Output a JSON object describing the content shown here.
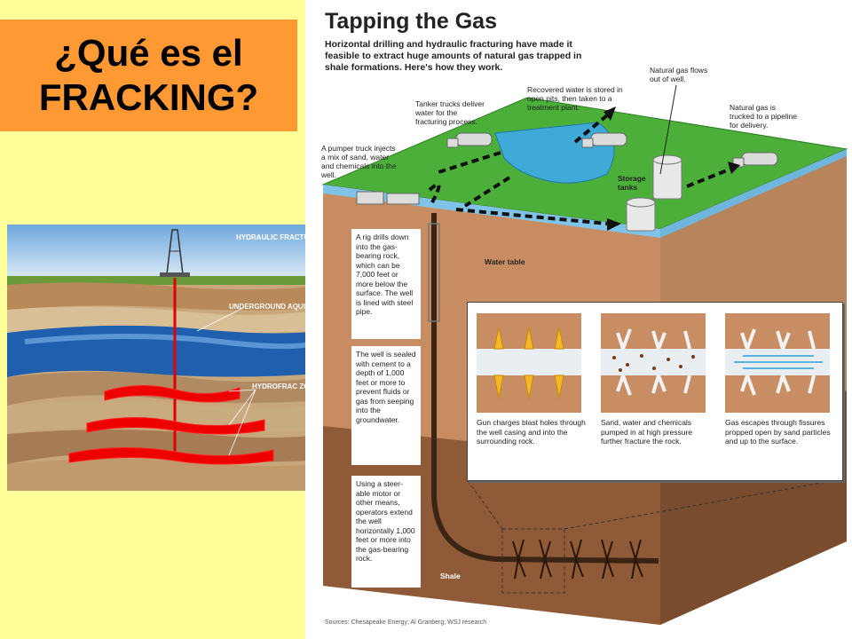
{
  "slide": {
    "title_line1": "¿Qué es el",
    "title_line2": "FRACKING?"
  },
  "left_diagram": {
    "labels": {
      "hydraulic": "HYDRAULIC FRACTURING",
      "aquifer": "UNDERGROUND AQUIFER",
      "zones": "HYDROFRAC ZONES"
    }
  },
  "right_diagram": {
    "heading": "Tapping the Gas",
    "subheading": "Horizontal drilling and hydraulic fracturing have made it feasible to extract huge amounts of natural gas trapped in shale formations. Here's how they work.",
    "labels": {
      "tanker": "Tanker trucks deliver water for the fracturing process.",
      "recovered": "Recovered water is stored in open pits, then taken to a treatment plant.",
      "gas_flows": "Natural gas flows out of well.",
      "trucked": "Natural gas is trucked to a pipeline for delivery.",
      "pumper": "A pumper truck injects a mix of sand, water and chemicals into the well.",
      "storage": "Storage tanks",
      "water_table": "Water table",
      "rig": "A rig drills down into the gas-bearing rock, which can be 7,000 feet or more below the surface. The well is lined with steel pipe.",
      "sealed": "The well is sealed with cement to a depth of 1,000 feet or more to prevent fluids or gas from seeping into the groundwater.",
      "steer": "Using a steer-able motor or other means, operators extend the well horizontally 1,000 feet or more into the gas-bearing rock.",
      "shale": "Shale"
    },
    "inset": {
      "cap1": "Gun charges blast holes through the well casing and into the surrounding rock.",
      "cap2": "Sand, water and chemicals pumped in at high pressure further fracture the rock.",
      "cap3": "Gas escapes through fissures propped open by sand particles and up to the surface."
    },
    "sources": "Sources: Chesapeake Energy; Al Granberg; WSJ research"
  }
}
